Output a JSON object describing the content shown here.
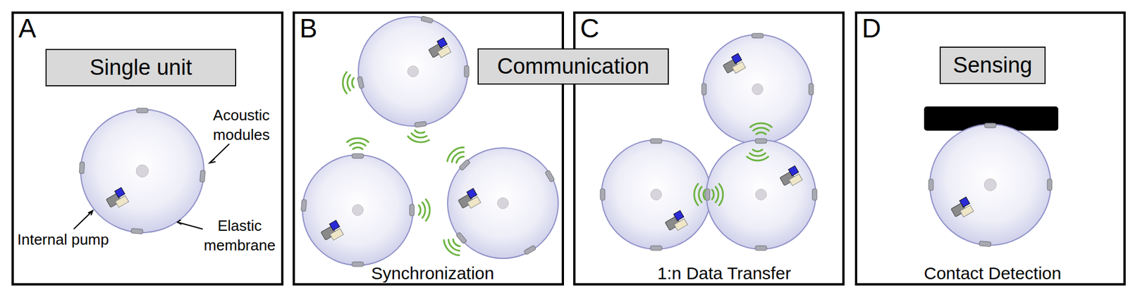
{
  "diagram": {
    "nodes": [
      {
        "text": [
          "A"
        ]
      },
      {
        "text": [
          "Single unit"
        ],
        "in": 0
      },
      {
        "text": [
          "B",
          "Synchronization"
        ]
      },
      {
        "text": [
          "Communication"
        ]
      },
      {
        "text": [
          "C",
          "1:n Data Transfer"
        ]
      },
      {
        "text": [
          "D",
          "Contact Detection"
        ]
      },
      {
        "text": [
          "Sensing"
        ],
        "in": 5
      }
    ],
    "labels": [
      "Acoustic modules",
      "Internal pump",
      "Elastic membrane"
    ]
  }
}
